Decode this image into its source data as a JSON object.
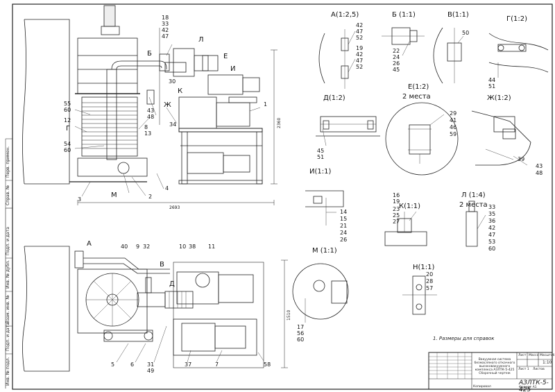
{
  "sections": {
    "A": "A(1:2,5)",
    "B": "Б (1:1)",
    "V": "В(1:1)",
    "G": "Г(1:2)",
    "D": "Д(1:2)",
    "E_title": "Е(1:2)",
    "E_sub": "2 места",
    "Zh": "Ж(1:2)",
    "I": "И(1:1)",
    "K": "К(1:1)",
    "L_title": "Л (1:4)",
    "L_sub": "2 места",
    "M": "М (1:1)",
    "N": "Н(1:1)"
  },
  "section_callouts": {
    "A": [
      "42",
      "47",
      "52",
      "19",
      "42",
      "47",
      "52"
    ],
    "B": [
      "22",
      "24",
      "26",
      "45"
    ],
    "V": [
      "50"
    ],
    "G": [
      "44",
      "51"
    ],
    "D": [
      "45",
      "51"
    ],
    "E": [
      "29",
      "41",
      "46",
      "59"
    ],
    "Zh": [
      "39",
      "43",
      "48"
    ],
    "I": [
      "14",
      "15",
      "21",
      "24",
      "26"
    ],
    "K": [
      "16",
      "19",
      "23",
      "25",
      "27"
    ],
    "L": [
      "33",
      "35",
      "36",
      "42",
      "47",
      "53",
      "60"
    ],
    "M": [
      "17",
      "56",
      "60"
    ],
    "N": [
      "20",
      "28",
      "57"
    ]
  },
  "front_view": {
    "top_callouts": [
      "18",
      "33",
      "42",
      "47"
    ],
    "letters": [
      "Б",
      "Л",
      "Е",
      "И",
      "К",
      "Ж",
      "Г",
      "М"
    ],
    "numbers": [
      "55",
      "60",
      "12",
      "54",
      "60",
      "43",
      "48",
      "8",
      "13",
      "30",
      "34",
      "1",
      "3",
      "2",
      "4"
    ],
    "dimension_height": "2360",
    "dimension_width": "2693"
  },
  "plan_view": {
    "letters": [
      "А",
      "В",
      "Д"
    ],
    "numbers": [
      "40",
      "9",
      "32",
      "10",
      "38",
      "11",
      "5",
      "6",
      "31",
      "49",
      "37",
      "7",
      "58"
    ],
    "dimension_height": "1510"
  },
  "note": "1. Размеры для справок",
  "title_block": {
    "description": "Вакуумная система безмасляного откачного высоковакуумного комплекса АЗЛТК-5-425 Сборочный чертеж",
    "code": "АЗЛТК-5-425",
    "scale": "1:10",
    "sheet_label": "Лист",
    "sheets_label": "Листов",
    "mass_label": "Масса",
    "scale_label": "Масштаб",
    "sheet_no": "Лист 1",
    "footer_left": "Копировал",
    "footer_right": "Формат А1"
  },
  "margin_labels": [
    "Инв. № подл.",
    "Подп. и дата",
    "Взам. инв. №",
    "Инв. № дубл.",
    "Подп. и дата",
    "Справ. №",
    "Перв. примен."
  ]
}
